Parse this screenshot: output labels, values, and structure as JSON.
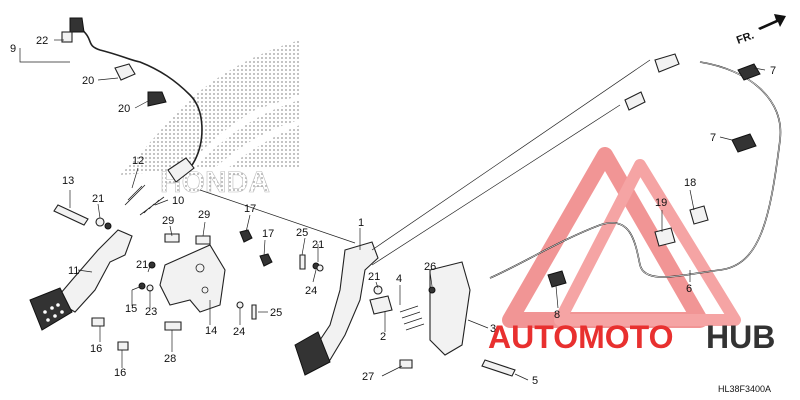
{
  "diagram": {
    "brand_text": "HONDA",
    "direction_label": "FR.",
    "diagram_code": "HL38F3400A",
    "watermark": {
      "text_red": "AUTOMOTO",
      "text_dark": "HUB",
      "red": "#e8302f",
      "dark": "#333333"
    },
    "callouts": [
      {
        "id": "c9",
        "text": "9"
      },
      {
        "id": "c22",
        "text": "22"
      },
      {
        "id": "c20a",
        "text": "20"
      },
      {
        "id": "c20b",
        "text": "20"
      },
      {
        "id": "c12",
        "text": "12"
      },
      {
        "id": "c10",
        "text": "10"
      },
      {
        "id": "c13",
        "text": "13"
      },
      {
        "id": "c21a",
        "text": "21"
      },
      {
        "id": "c11",
        "text": "11"
      },
      {
        "id": "c29a",
        "text": "29"
      },
      {
        "id": "c29b",
        "text": "29"
      },
      {
        "id": "c17a",
        "text": "17"
      },
      {
        "id": "c17b",
        "text": "17"
      },
      {
        "id": "c21b",
        "text": "21"
      },
      {
        "id": "c15",
        "text": "15"
      },
      {
        "id": "c23",
        "text": "23"
      },
      {
        "id": "c14",
        "text": "14"
      },
      {
        "id": "c24a",
        "text": "24"
      },
      {
        "id": "c25a",
        "text": "25"
      },
      {
        "id": "c16a",
        "text": "16"
      },
      {
        "id": "c16b",
        "text": "16"
      },
      {
        "id": "c28",
        "text": "28"
      },
      {
        "id": "c1",
        "text": "1"
      },
      {
        "id": "c25b",
        "text": "25"
      },
      {
        "id": "c21c",
        "text": "21"
      },
      {
        "id": "c24b",
        "text": "24"
      },
      {
        "id": "c21d",
        "text": "21"
      },
      {
        "id": "c4",
        "text": "4"
      },
      {
        "id": "c26",
        "text": "26"
      },
      {
        "id": "c2",
        "text": "2"
      },
      {
        "id": "c3",
        "text": "3"
      },
      {
        "id": "c27",
        "text": "27"
      },
      {
        "id": "c5",
        "text": "5"
      },
      {
        "id": "c7a",
        "text": "7"
      },
      {
        "id": "c7b",
        "text": "7"
      },
      {
        "id": "c18",
        "text": "18"
      },
      {
        "id": "c19",
        "text": "19"
      },
      {
        "id": "c6",
        "text": "6"
      },
      {
        "id": "c8",
        "text": "8"
      }
    ]
  }
}
